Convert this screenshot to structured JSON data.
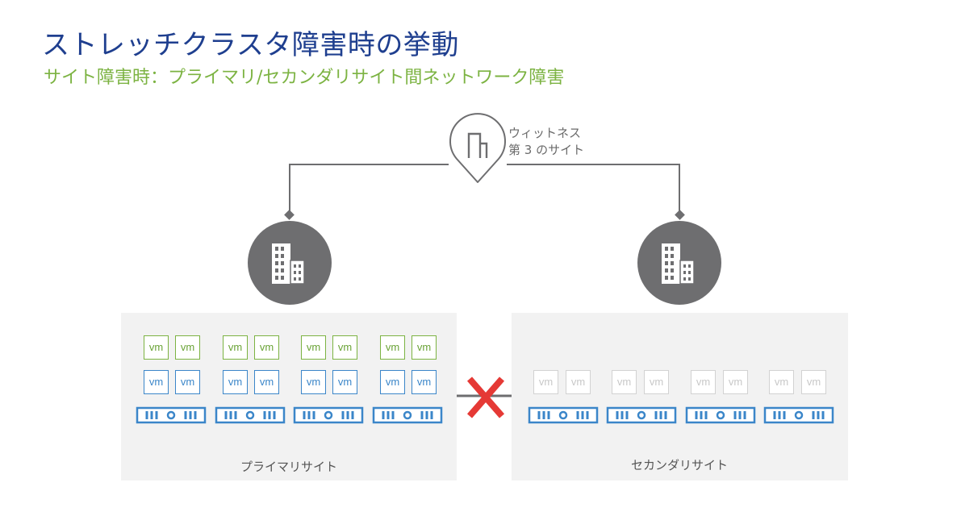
{
  "header": {
    "title": "ストレッチクラスタ障害時の挙動",
    "subtitle": "サイト障害時：プライマリ/セカンダリサイト間ネットワーク障害"
  },
  "witness": {
    "line1": "ウィットネス",
    "line2": "第 3 のサイト",
    "icon": "location-pin-building-icon"
  },
  "sites": {
    "primary": {
      "label": "プライマリサイト",
      "icon": "office-building-icon",
      "status": "active"
    },
    "secondary": {
      "label": "セカンダリサイト",
      "icon": "office-building-icon",
      "status": "vms-inactive"
    }
  },
  "vm_label": "vm",
  "link": {
    "status": "failed",
    "icon": "red-x-icon"
  },
  "colors": {
    "title": "#1f3f8f",
    "subtitle": "#7cb342",
    "vm_green": "#7cb342",
    "vm_blue": "#3b86c9",
    "vm_inactive": "#d2d2d2",
    "host_blue": "#3b86c9",
    "building_circle": "#6e6e70",
    "failure_x": "#e53935",
    "site_background": "#f2f2f2"
  }
}
